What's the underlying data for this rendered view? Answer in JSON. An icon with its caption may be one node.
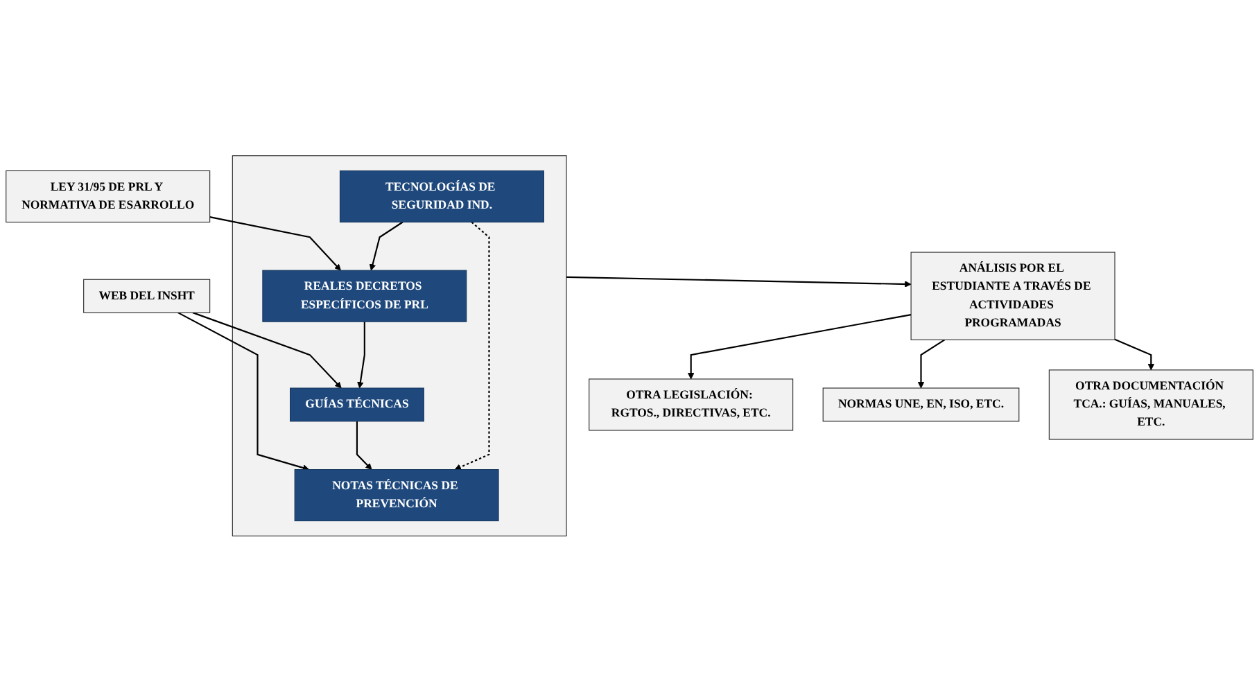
{
  "diagram": {
    "nodes": [
      {
        "text": [
          "LEY 31/95 DE PRL Y NORMATIVA DE ESARROLLO"
        ]
      },
      {
        "text": [
          "WEB DEL INSHT"
        ]
      },
      {
        "text": [],
        "shape": "box"
      },
      {
        "text": [
          "TECNOLOGÍAS DE SEGURIDAD IND."
        ],
        "in": 2
      },
      {
        "text": [
          "REALES DECRETOS ESPECÍFICOS DE PRL"
        ],
        "in": 2
      },
      {
        "text": [
          "GUÍAS TÉCNICAS"
        ],
        "in": 2
      },
      {
        "text": [
          "NOTAS TÉCNICAS DE PREVENCIÓN"
        ],
        "in": 2
      },
      {
        "text": [
          "ANÁLISIS POR EL ESTUDIANTE A TRAVÉS DE ACTIVIDADES PROGRAMADAS"
        ]
      },
      {
        "text": [
          "OTRA LEGISLACIÓN: RGTOS., DIRECTIVAS, ETC."
        ]
      },
      {
        "text": [
          "NORMAS UNE, EN, ISO, ETC."
        ]
      },
      {
        "text": [
          "OTRA DOCUMENTACIÓN TCA.: GUÍAS, MANUALES, ETC."
        ]
      }
    ],
    "edges": [
      {
        "from": 0,
        "to": 4,
        "arrow": "to"
      },
      {
        "from": 1,
        "to": 5,
        "arrow": "to"
      },
      {
        "from": 1,
        "to": 6,
        "arrow": "to"
      },
      {
        "from": 3,
        "to": 4,
        "arrow": "to"
      },
      {
        "from": 4,
        "to": 5,
        "arrow": "to"
      },
      {
        "from": 5,
        "to": 6,
        "arrow": "to"
      },
      {
        "from": 3,
        "to": 6,
        "arrow": "to",
        "style": "dashed"
      },
      {
        "from": 2,
        "to": 7,
        "arrow": "to"
      },
      {
        "from": 7,
        "to": 8,
        "arrow": "to"
      },
      {
        "from": 7,
        "to": 9,
        "arrow": "to"
      },
      {
        "from": 7,
        "to": 10,
        "arrow": "to"
      }
    ]
  }
}
